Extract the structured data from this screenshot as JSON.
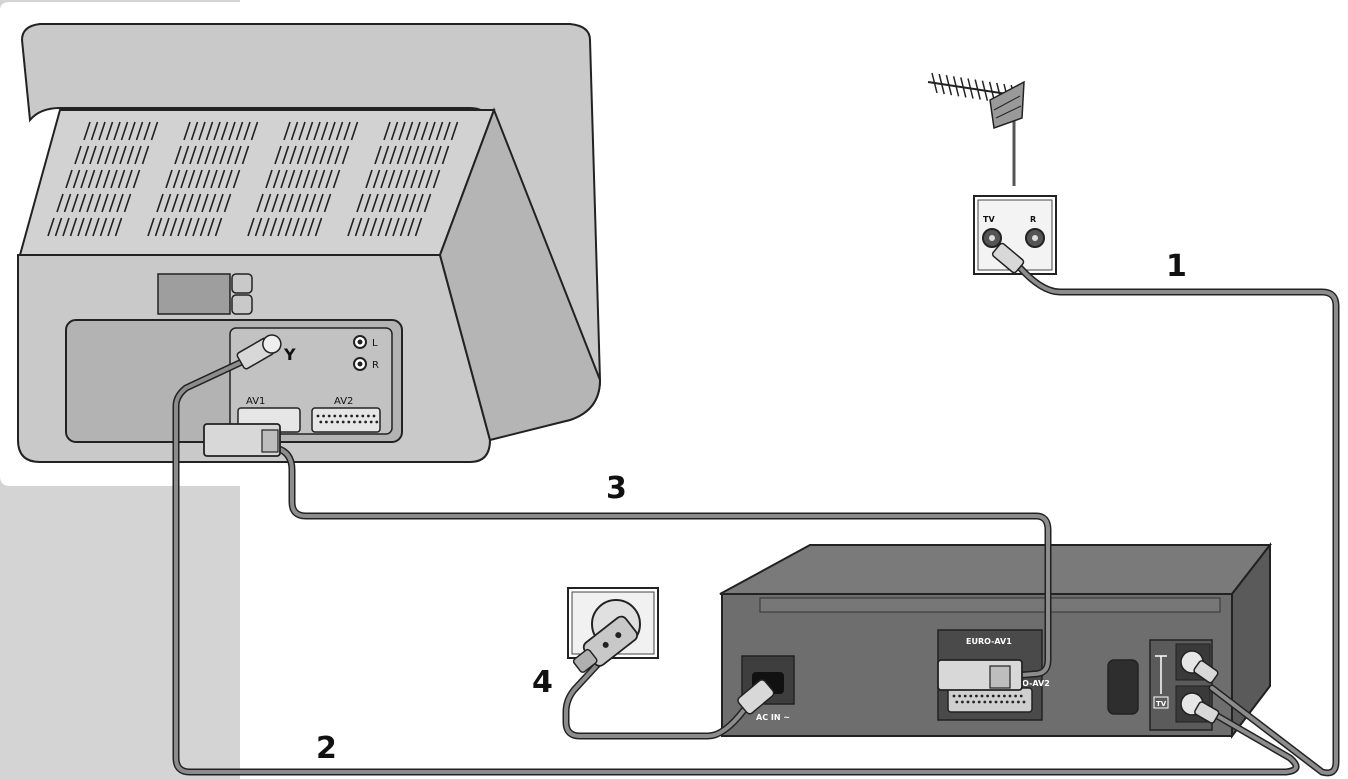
{
  "colors": {
    "panel": "#d4d4d4",
    "tv_body": "#c9c9c9",
    "tv_dark": "#a9a9a9",
    "vcr_body": "#6e6e6e",
    "vcr_dark": "#4a4a4a",
    "cable": "#8c8c8c",
    "outline": "#222222"
  },
  "labels": {
    "step1": "1",
    "step2": "2",
    "step3": "3",
    "step4": "4"
  },
  "tv": {
    "antenna_symbol": "Y",
    "audio_left": "L",
    "audio_right": "R",
    "av1": "AV1",
    "av2": "AV2"
  },
  "wall_socket": {
    "tv": "TV",
    "radio": "R"
  },
  "vcr": {
    "euro_av1": "EURO-AV1",
    "euro_av2": "EURO-AV2",
    "ac_in": "AC IN ~",
    "tv_badge": "TV"
  }
}
